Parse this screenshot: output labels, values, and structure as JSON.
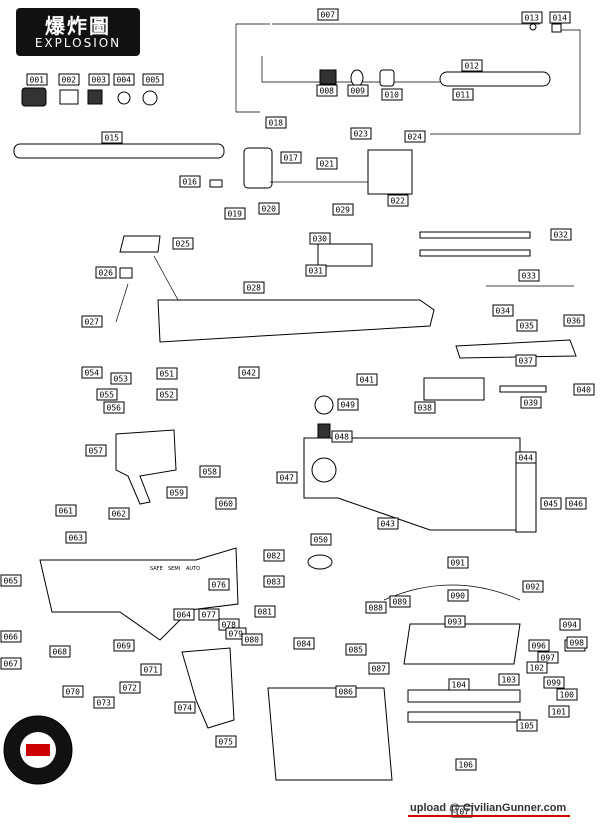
{
  "title": {
    "chinese": "爆炸圖",
    "english": "EXPLOSION"
  },
  "watermark": "upload @ CivilianGunner.com",
  "part_numbers": [
    "001",
    "002",
    "003",
    "004",
    "005",
    "007",
    "008",
    "009",
    "010",
    "011",
    "012",
    "013",
    "014",
    "015",
    "016",
    "017",
    "018",
    "019",
    "020",
    "021",
    "022",
    "023",
    "024",
    "025",
    "026",
    "027",
    "028",
    "029",
    "030",
    "031",
    "032",
    "033",
    "034",
    "035",
    "036",
    "037",
    "038",
    "039",
    "040",
    "041",
    "042",
    "043",
    "044",
    "045",
    "046",
    "047",
    "048",
    "049",
    "050",
    "051",
    "052",
    "053",
    "054",
    "055",
    "056",
    "057",
    "058",
    "059",
    "060",
    "061",
    "062",
    "063",
    "064",
    "065",
    "066",
    "067",
    "068",
    "069",
    "070",
    "071",
    "072",
    "073",
    "074",
    "075",
    "076",
    "077",
    "078",
    "079",
    "080",
    "081",
    "082",
    "083",
    "084",
    "085",
    "086",
    "087",
    "088",
    "089",
    "090",
    "091",
    "092",
    "093",
    "094",
    "095",
    "096",
    "097",
    "098",
    "099",
    "100",
    "101",
    "102",
    "103",
    "104",
    "105",
    "106",
    "107"
  ],
  "receiver_text": {
    "safe": "SAFE",
    "semi": "SEMI",
    "auto": "AUTO"
  }
}
